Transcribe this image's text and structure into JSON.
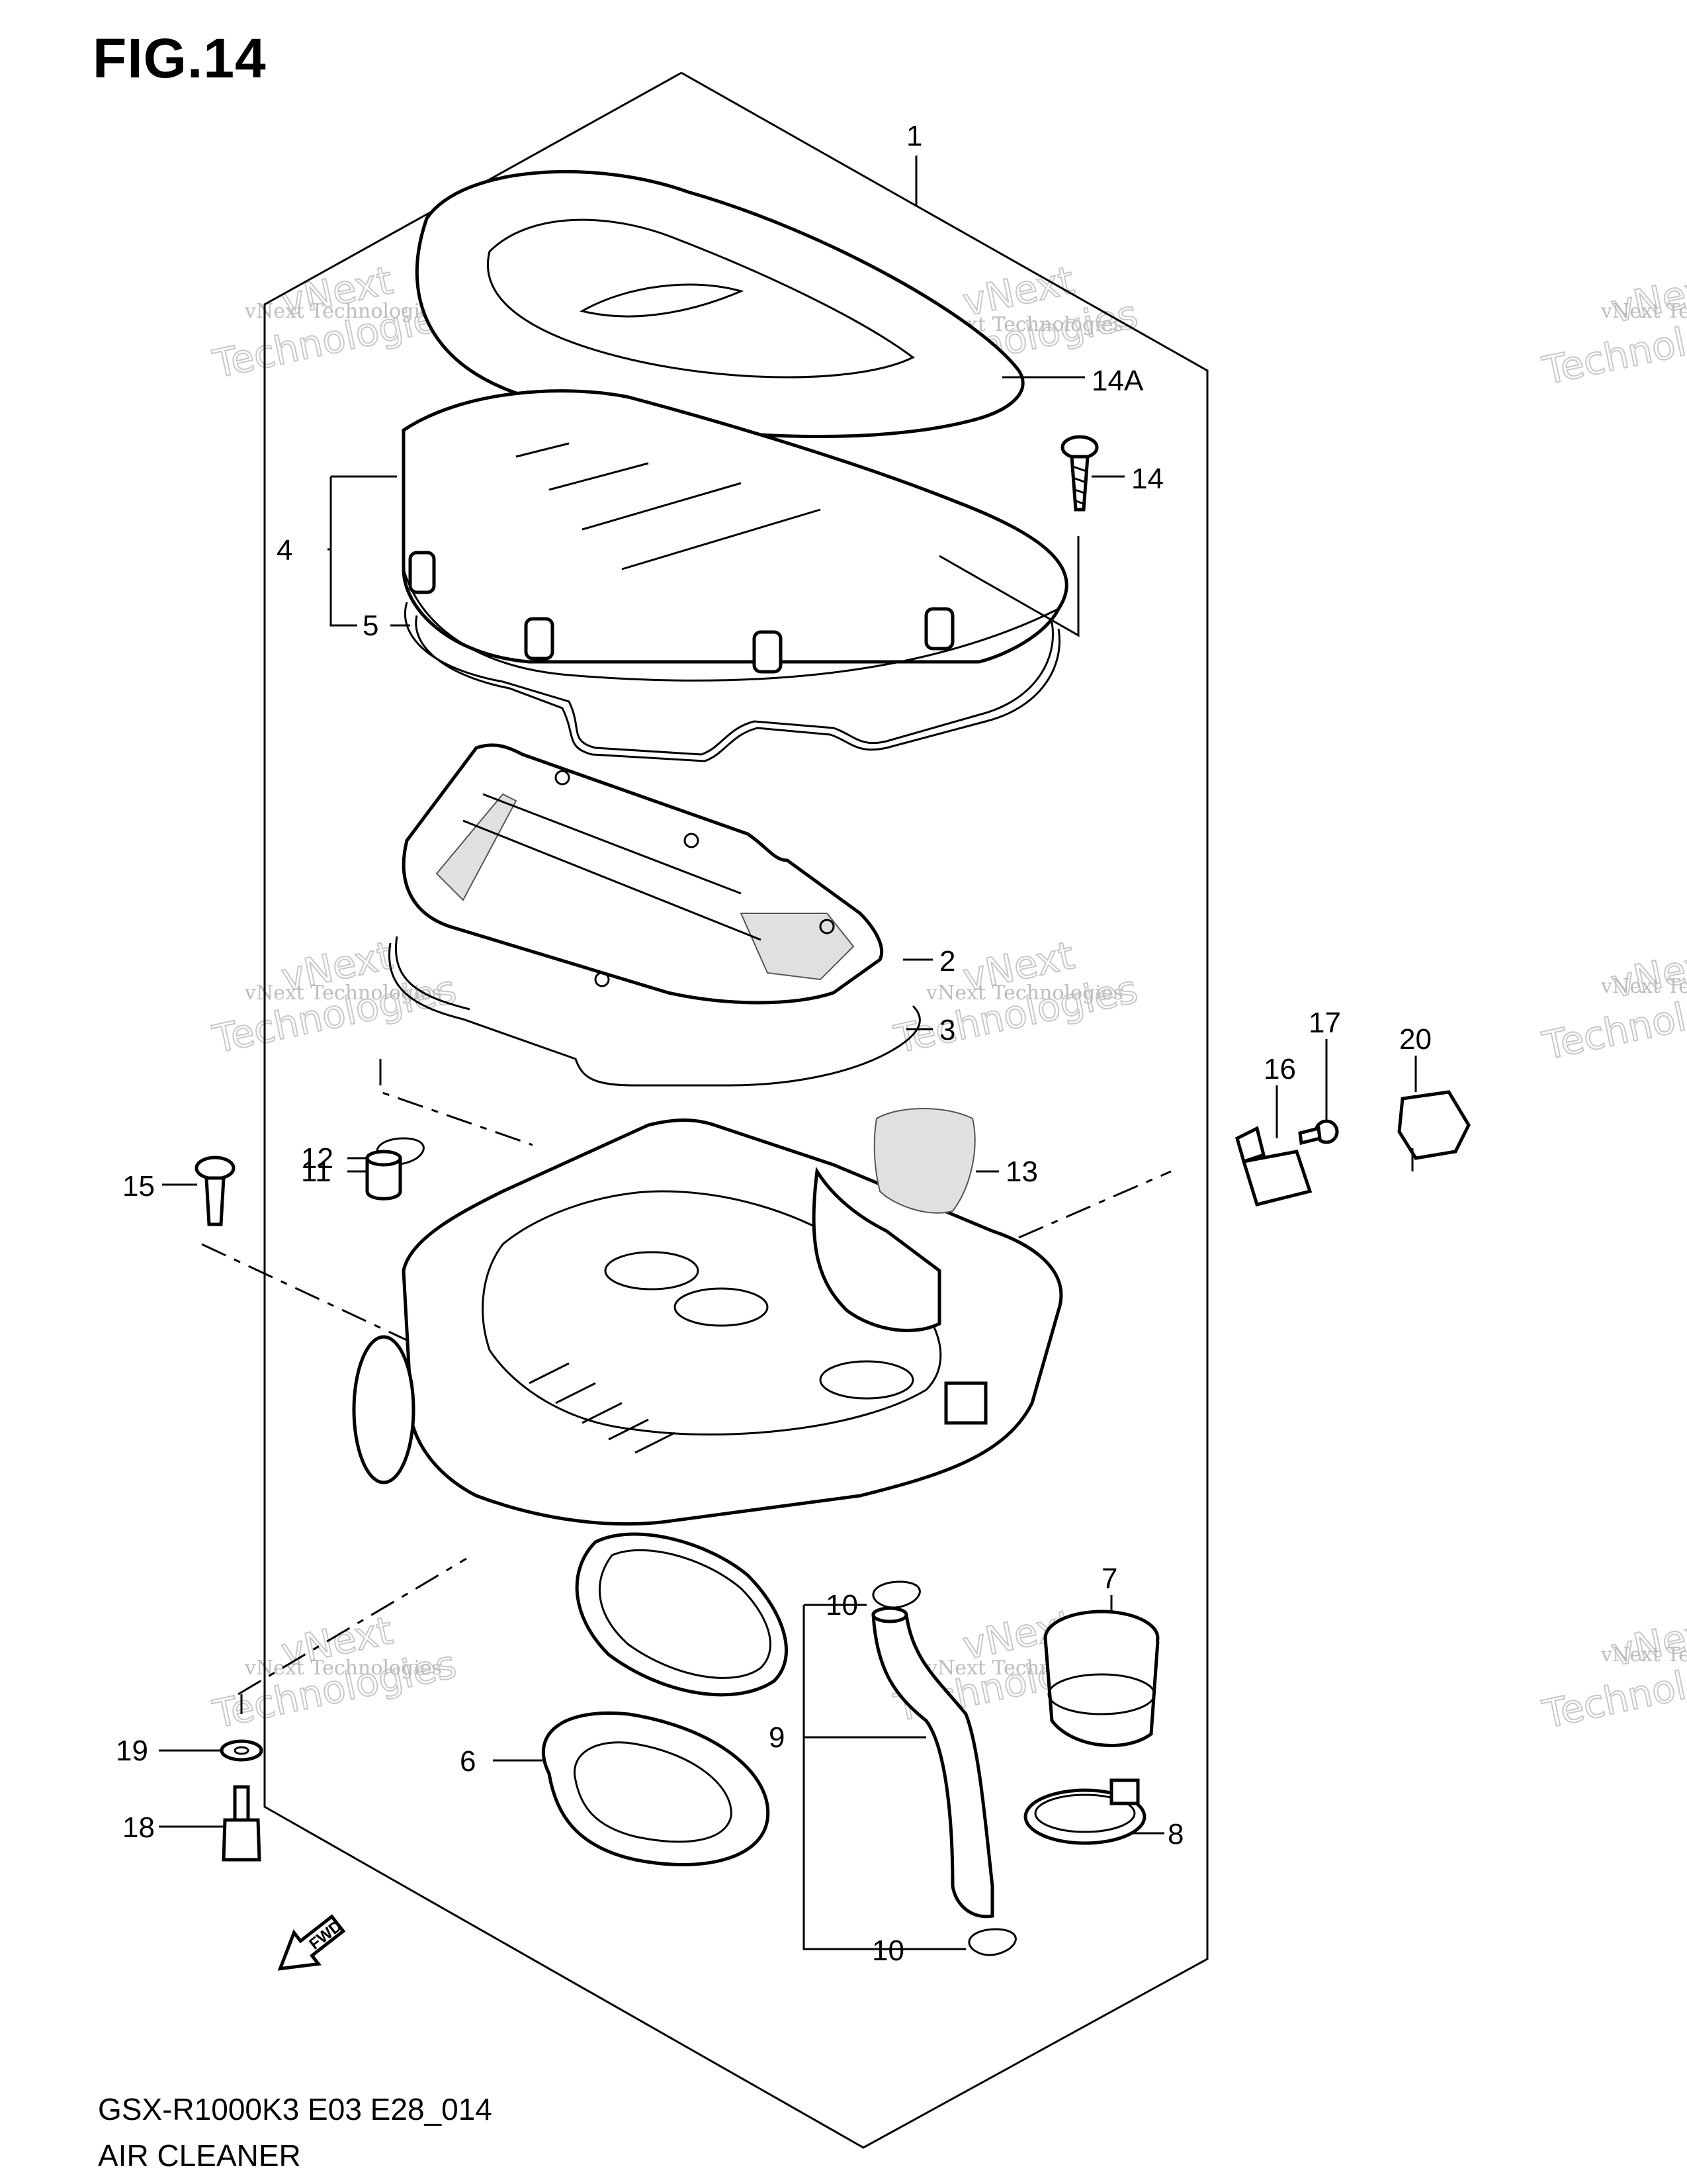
{
  "title": "FIG.14",
  "footer": {
    "model_code": "GSX-R1000K3 E03 E28_014",
    "assembly_name": "AIR CLEANER"
  },
  "watermark": {
    "small_text": "vNext Technologies",
    "big_text": "Technologies",
    "big_prefix": "vNext"
  },
  "callouts": {
    "c1": "1",
    "c14a": "14A",
    "c14": "14",
    "c4": "4",
    "c5": "5",
    "c2": "2",
    "c3": "3",
    "c12": "12",
    "c11": "11",
    "c13": "13",
    "c15": "15",
    "c16": "16",
    "c17": "17",
    "c20": "20",
    "c7": "7",
    "c10_top": "10",
    "c9": "9",
    "c6": "6",
    "c8": "8",
    "c19": "19",
    "c18": "18",
    "c10_bottom": "10"
  },
  "fwd_label": "FWD"
}
